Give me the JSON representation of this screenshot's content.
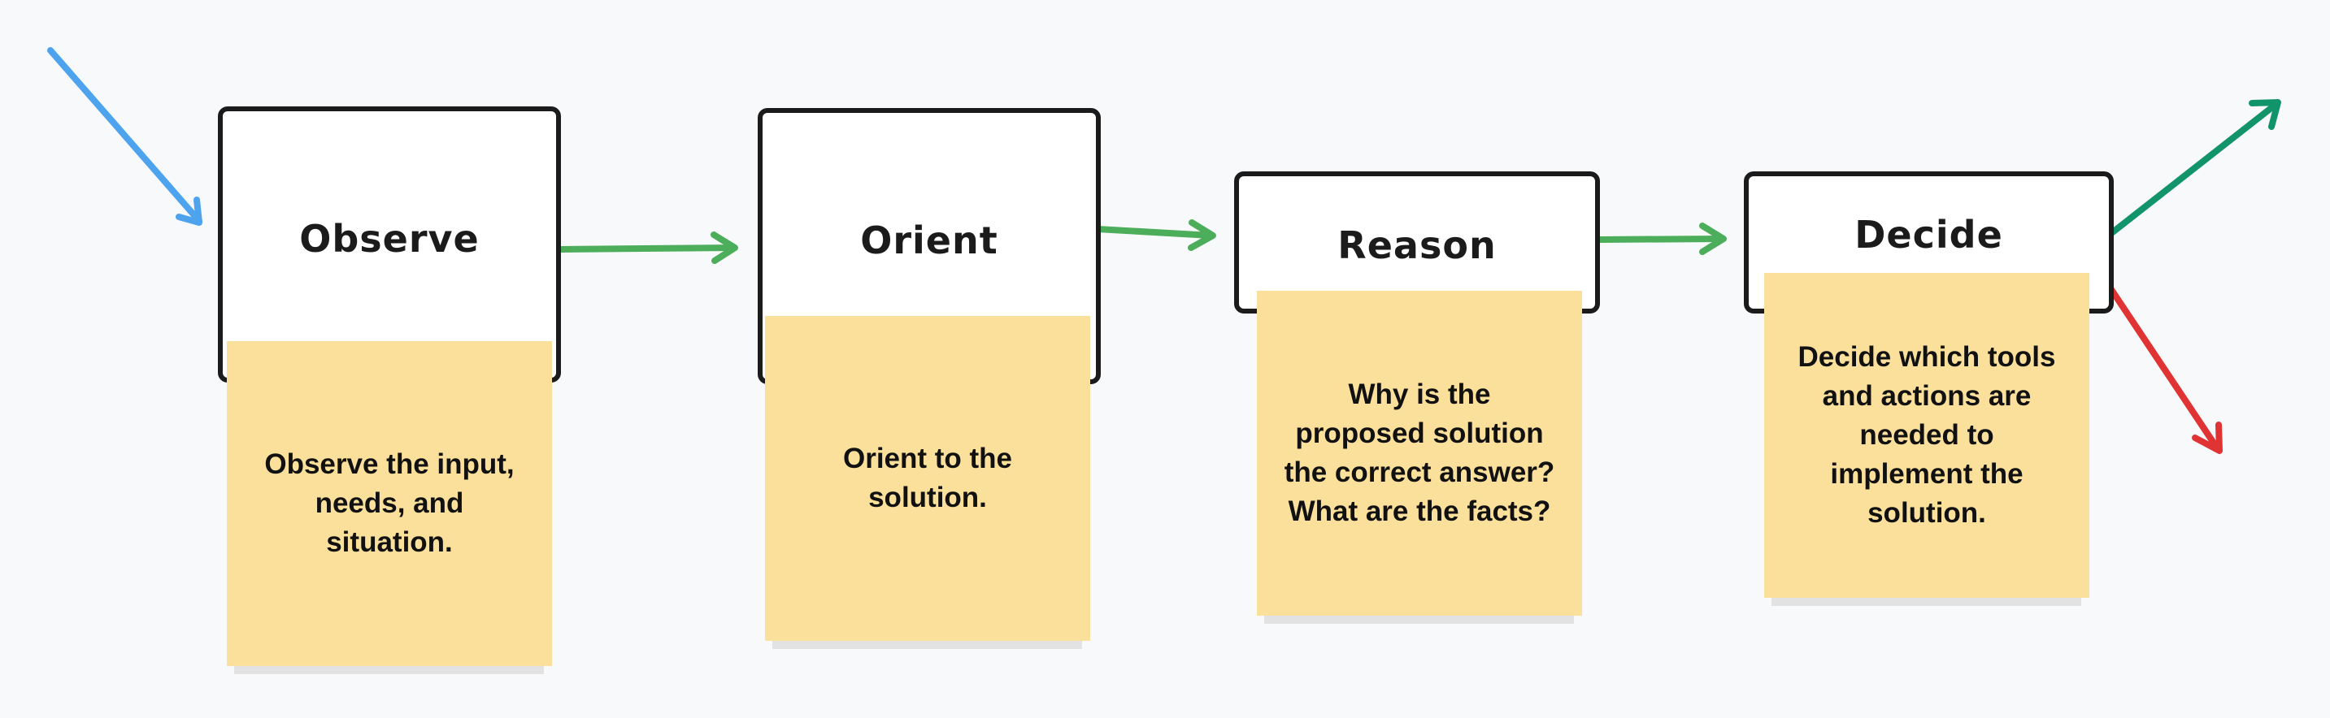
{
  "colors": {
    "entry_arrow": "#4da3ee",
    "flow_arrow": "#4cae5a",
    "exit_up_arrow": "#12946a",
    "exit_down_arrow": "#e03434",
    "note": "#fbe09c",
    "box_border": "#1b1b1b"
  },
  "steps": [
    {
      "title": "Observe",
      "note": "Observe the input, needs, and situation."
    },
    {
      "title": "Orient",
      "note": "Orient to the solution."
    },
    {
      "title": "Reason",
      "note": "Why is the proposed solution the correct answer? What are the facts?"
    },
    {
      "title": "Decide",
      "note": "Decide which tools and actions are needed to implement the solution."
    }
  ]
}
